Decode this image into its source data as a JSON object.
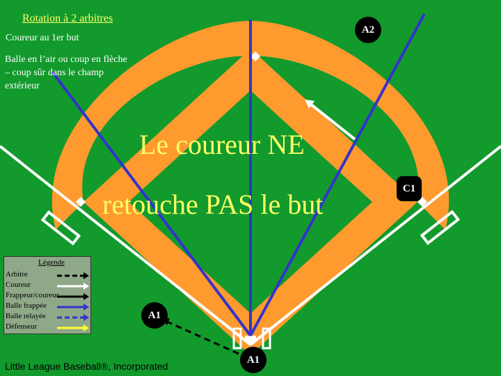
{
  "title": "Rotation à 2 arbitres",
  "subtitle": "Coureur au 1er but",
  "description": "Balle en l’air ou coup en flèche – coup sûr dans le champ extérieur",
  "main_text": {
    "line1": "Le coureur NE",
    "line2": "retouche PAS le but"
  },
  "umpires": {
    "a2": "A2",
    "a1_top": "A1",
    "a1_home": "A1",
    "c1": "C1"
  },
  "legend": {
    "title": "Légende",
    "items": [
      {
        "label": "Arbitre",
        "color": "#000000",
        "style": "dashed"
      },
      {
        "label": "Coureur",
        "color": "#ffffff",
        "style": "solid"
      },
      {
        "label": "Frappeur/coureur",
        "color": "#000000",
        "style": "solid"
      },
      {
        "label": "Balle frappée",
        "color": "#3333cc",
        "style": "solid"
      },
      {
        "label": "Balle relayée",
        "color": "#3333cc",
        "style": "dashed"
      },
      {
        "label": "Défenseur",
        "color": "#ffff33",
        "style": "solid"
      }
    ]
  },
  "copyright": "Little League Baseball®, Incorporated",
  "colors": {
    "grass": "#129a2d",
    "infield_dirt": "#ff9a2e",
    "hit_ball": "#3333cc",
    "runner": "#ffffff",
    "umpire_path": "#000000",
    "text_accent": "#ffff66"
  }
}
